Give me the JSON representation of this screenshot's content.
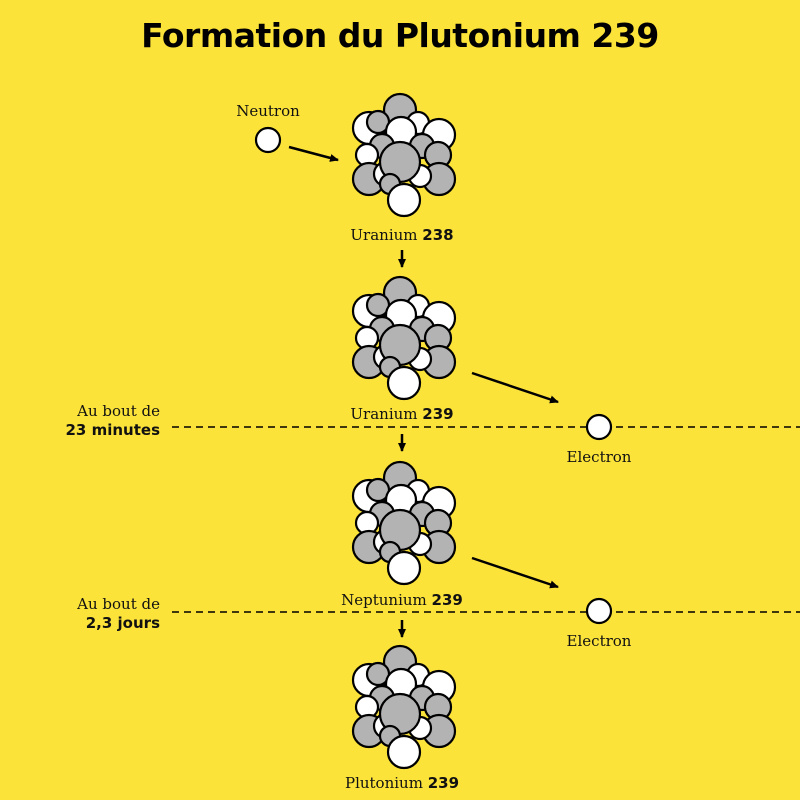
{
  "title": "Formation du Plutonium 239",
  "neutron_label": "Neutron",
  "stages": [
    {
      "name": "Uranium",
      "mass": "238"
    },
    {
      "name": "Uranium",
      "mass": "239"
    },
    {
      "name": "Neptunium",
      "mass": "239"
    },
    {
      "name": "Plutonium",
      "mass": "239"
    }
  ],
  "decays": [
    {
      "time_prefix": "Au bout de",
      "time_value": "23 minutes",
      "particle": "Electron"
    },
    {
      "time_prefix": "Au bout de",
      "time_value": "2,3 jours",
      "particle": "Electron"
    }
  ],
  "colors": {
    "background": "#FCE33A",
    "ball_grey": "#B3B3B3",
    "ball_white": "#FFFFFF",
    "stroke": "#000000"
  }
}
